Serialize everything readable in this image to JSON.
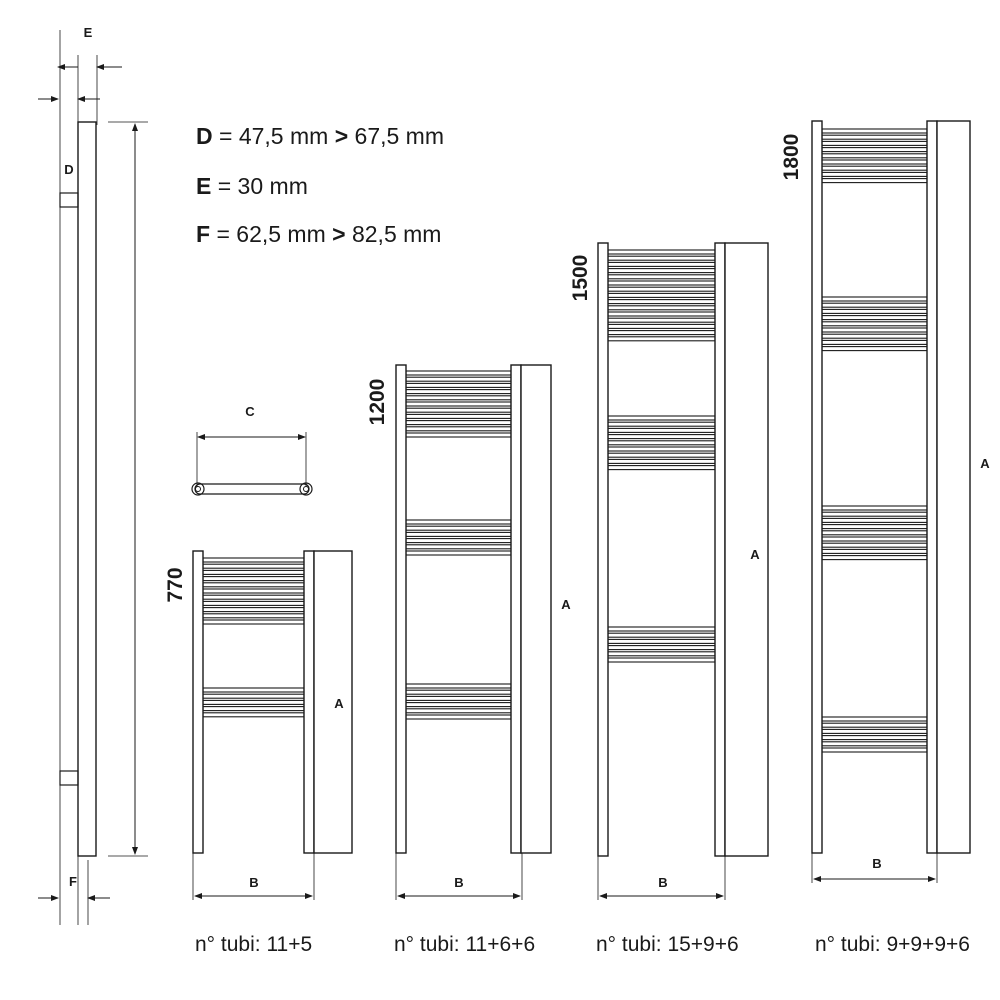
{
  "specs": [
    {
      "key": "D",
      "text": " = 47,5 mm ",
      "sep": ">",
      "text2": " 67,5 mm"
    },
    {
      "key": "E",
      "text": " = 30 mm",
      "sep": "",
      "text2": ""
    },
    {
      "key": "F",
      "text": " = 62,5 mm ",
      "sep": ">",
      "text2": " 82,5 mm"
    }
  ],
  "side_view": {
    "label_e": "E",
    "label_d": "D",
    "label_f": "F"
  },
  "top_view": {
    "label_c": "C"
  },
  "models": [
    {
      "height": "770",
      "tubes": "n° tubi: 11+5",
      "label_a": "A",
      "label_b": "B",
      "groups": [
        11,
        5
      ]
    },
    {
      "height": "1200",
      "tubes": "n° tubi: 11+6+6",
      "label_a": "A",
      "label_b": "B",
      "groups": [
        11,
        6,
        6
      ]
    },
    {
      "height": "1500",
      "tubes": "n° tubi: 15+9+6",
      "label_a": "A",
      "label_b": "B",
      "groups": [
        15,
        9,
        6
      ]
    },
    {
      "height": "1800",
      "tubes": "n° tubi: 9+9+9+6",
      "label_a": "A",
      "label_b": "B",
      "groups": [
        9,
        9,
        9,
        6
      ]
    }
  ]
}
